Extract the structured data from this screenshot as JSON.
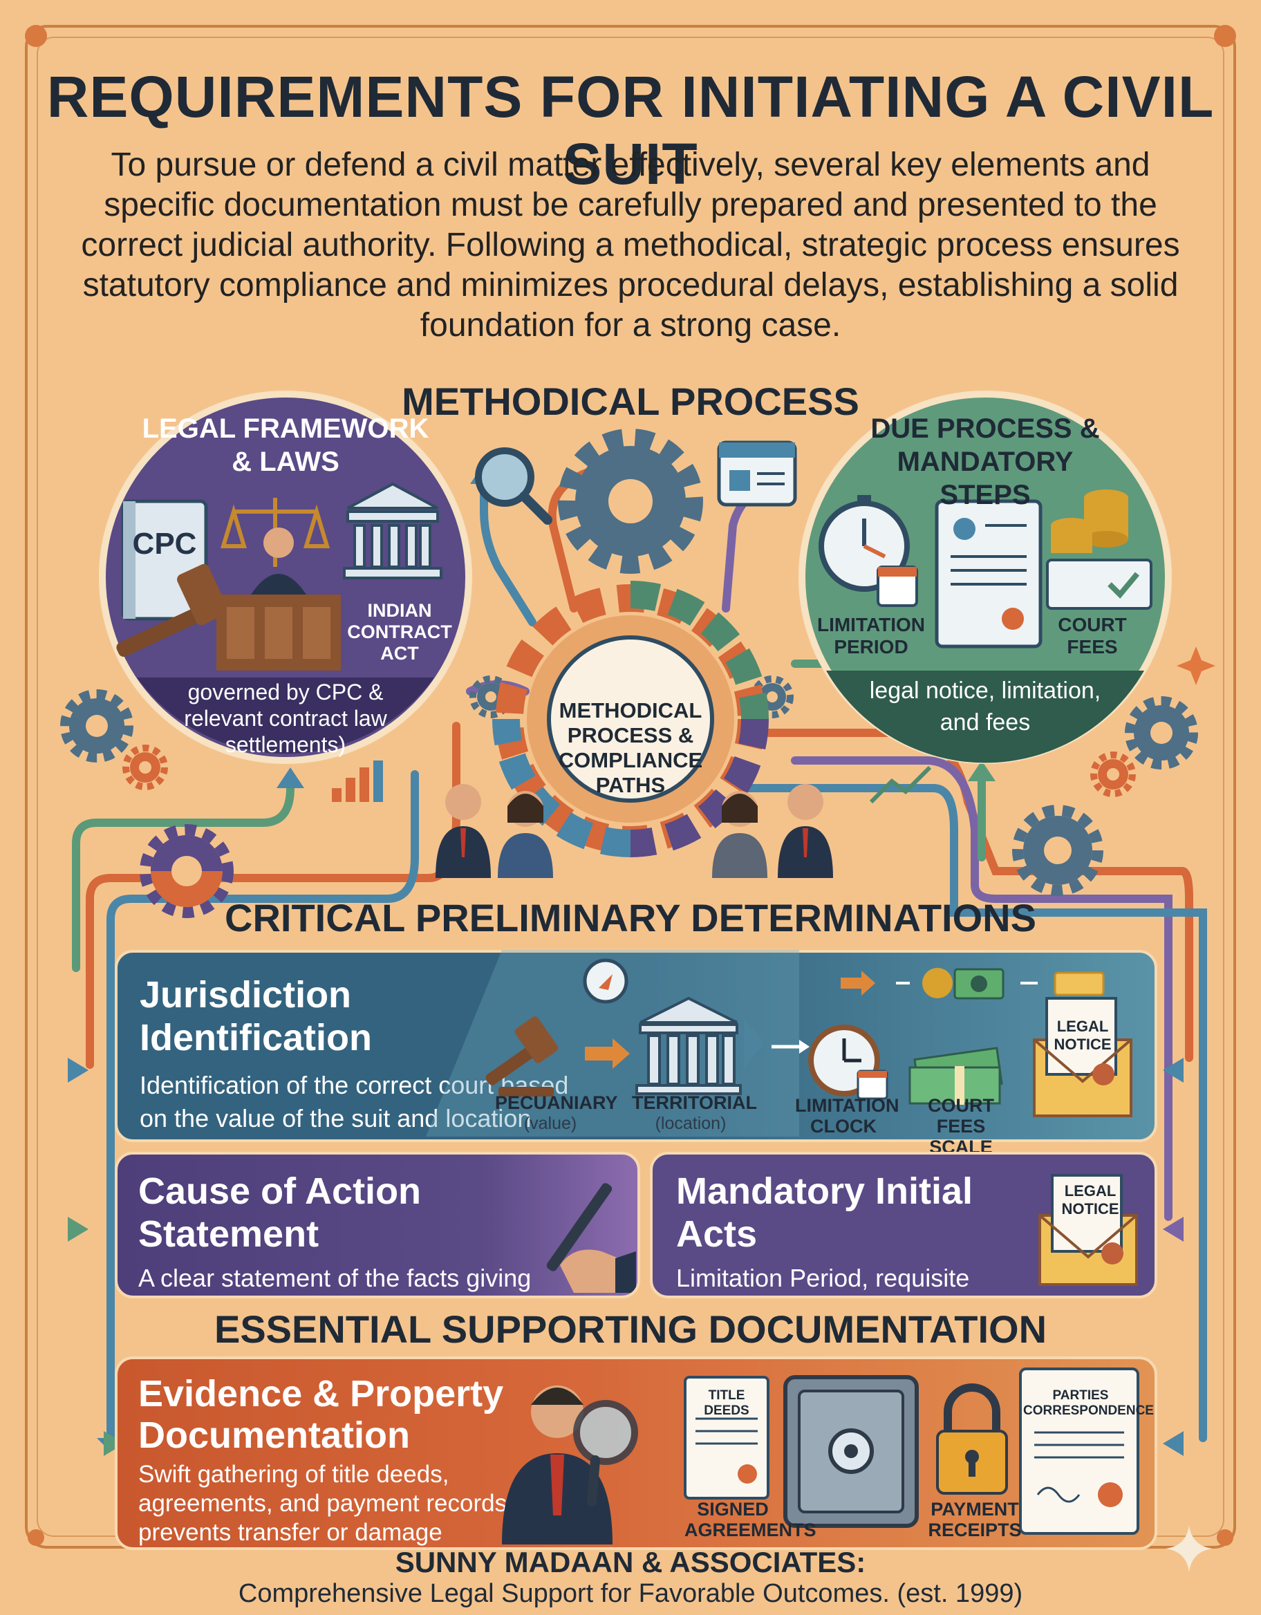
{
  "title": "REQUIREMENTS FOR INITIATING A CIVIL SUIT",
  "intro": "To pursue or defend a civil matter effectively, several key elements and specific documentation must be carefully prepared and presented to the correct judicial authority. Following a methodical, strategic process ensures statutory compliance and minimizes procedural delays, establishing a solid foundation for a strong case.",
  "methodical_heading": "METHODICAL PROCESS",
  "left_circle": {
    "title": "LEGAL FRAMEWORK & LAWS",
    "book_label": "CPC",
    "act_label": "INDIAN CONTRACT ACT",
    "caption": "governed by CPC & relevant contract law settlements)"
  },
  "right_circle": {
    "title": "DUE PROCESS & MANDATORY STEPS",
    "limitation_label": "LIMITATION PERIOD",
    "fees_label": "COURT FEES",
    "caption": "legal notice, limitation, and fees"
  },
  "center_gear_label": "METHODICAL PROCESS & COMPLIANCE PATHS",
  "preliminary_heading": "CRITICAL PRELIMINARY DETERMINATIONS",
  "jurisdiction": {
    "title": "Jurisdiction Identification",
    "body": "Identification of the correct court based on the value of the suit and location",
    "pecuniary": "PECUANIARY",
    "pecuniary_sub": "(value)",
    "territorial": "TERRITORIAL",
    "territorial_sub": "(location)",
    "clock": "LIMITATION CLOCK",
    "fees_scale": "COURT FEES SCALE",
    "notice": "LEGAL NOTICE"
  },
  "cause": {
    "title": "Cause of Action Statement",
    "body": "A clear statement of the facts giving the right to seek judicial relief"
  },
  "mandatory": {
    "title": "Mandatory Initial Acts",
    "body": "Limitation Period, requisite Court Fees, and Legal Notice",
    "notice": "LEGAL NOTICE"
  },
  "documentation_heading": "ESSENTIAL SUPPORTING DOCUMENTATION",
  "evidence": {
    "title": "Evidence & Property Documentation",
    "body": "Swift gathering of title deeds, agreements, and payment records prevents transfer or damage",
    "title_deeds": "TITLE DEEDS",
    "signed": "SIGNED AGREEMENTS",
    "receipts": "PAYMENT RECEIPTS",
    "correspondence": "PARTIES CORRESPONDENCE"
  },
  "footer": {
    "firm": "SUNNY MADAAN & ASSOCIATES:",
    "tagline": "Comprehensive Legal Support for Favorable Outcomes. (est. 1999)"
  },
  "colors": {
    "background": "#f4c38c",
    "purple": "#5a4a86",
    "green": "#4f8a6e",
    "teal_blue": "#33637f",
    "orange": "#d6683a",
    "dark_text": "#1f2a36"
  }
}
